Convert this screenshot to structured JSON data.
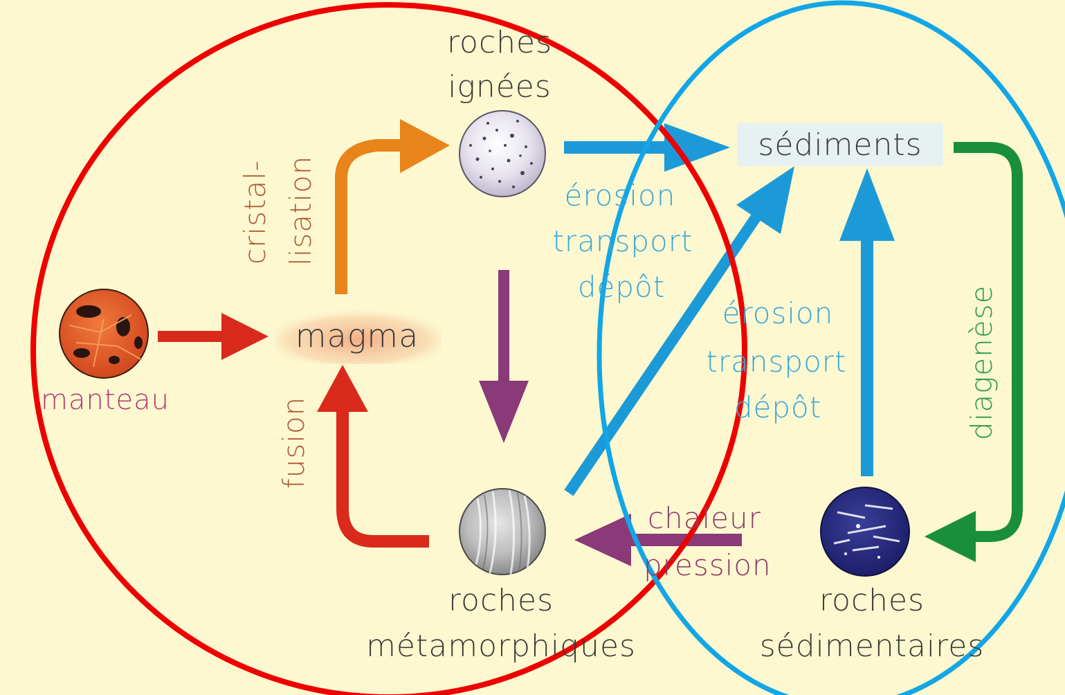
{
  "diagram": {
    "colors": {
      "background": "#fdf8cf",
      "red_circle": "#ee0000",
      "blue_circle": "#12a6e6",
      "label_dark": "#3a3a3a",
      "label_brown": "#b0593a",
      "label_blue": "#3ba6d9",
      "label_green": "#2a9b4b",
      "label_purple": "#8b3a6b",
      "label_manteau": "#b03a76",
      "arrow_red": "#d92a1c",
      "arrow_orange": "#e8841a",
      "arrow_blue": "#1c9ad8",
      "arrow_green": "#1a8f3a",
      "arrow_purple": "#8a3a78"
    },
    "nodes": {
      "igneous_line1": "roches",
      "igneous_line2": "ignées",
      "sediments": "sédiments",
      "magma": "magma",
      "manteau": "manteau",
      "metamorphic_line1": "roches",
      "metamorphic_line2": "métamorphiques",
      "sedimentary_line1": "roches",
      "sedimentary_line2": "sédimentaires"
    },
    "processes": {
      "cristal_line1": "cristal-",
      "cristal_line2": "lisation",
      "fusion": "fusion",
      "erosion_a_line1": "érosion",
      "erosion_a_line2": "transport",
      "erosion_a_line3": "dépôt",
      "erosion_b_line1": "érosion",
      "erosion_b_line2": "transport",
      "erosion_b_line3": "dépôt",
      "diagenese": "diagenèse",
      "chaleur": "chaleur",
      "pression": "pression"
    }
  }
}
